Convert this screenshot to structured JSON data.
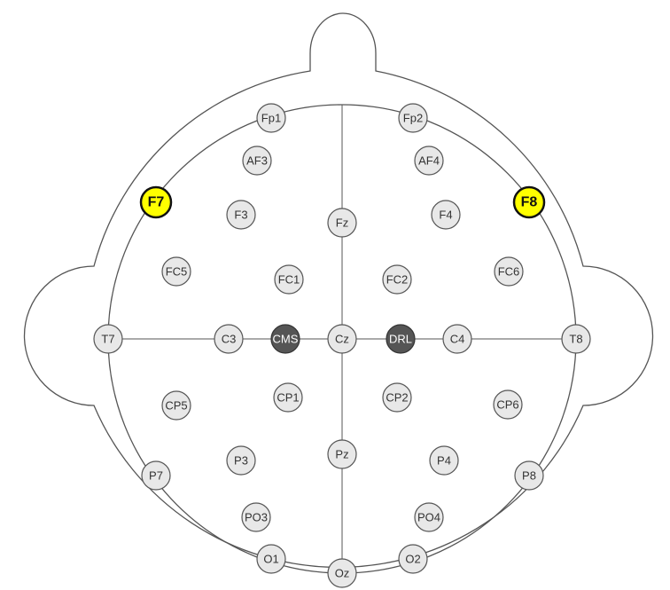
{
  "colors": {
    "outline": "#555555",
    "electrode_fill": "#e8e8e8",
    "reference_fill": "#555555",
    "highlight_fill": "#ffff00"
  },
  "electrodes": [
    {
      "id": "fp1",
      "label": "Fp1",
      "type": "normal"
    },
    {
      "id": "fp2",
      "label": "Fp2",
      "type": "normal"
    },
    {
      "id": "af3",
      "label": "AF3",
      "type": "normal"
    },
    {
      "id": "af4",
      "label": "AF4",
      "type": "normal"
    },
    {
      "id": "f7",
      "label": "F7",
      "type": "highlight"
    },
    {
      "id": "f8",
      "label": "F8",
      "type": "highlight"
    },
    {
      "id": "f3",
      "label": "F3",
      "type": "normal"
    },
    {
      "id": "f4",
      "label": "F4",
      "type": "normal"
    },
    {
      "id": "fz",
      "label": "Fz",
      "type": "normal"
    },
    {
      "id": "fc5",
      "label": "FC5",
      "type": "normal"
    },
    {
      "id": "fc6",
      "label": "FC6",
      "type": "normal"
    },
    {
      "id": "fc1",
      "label": "FC1",
      "type": "normal"
    },
    {
      "id": "fc2",
      "label": "FC2",
      "type": "normal"
    },
    {
      "id": "t7",
      "label": "T7",
      "type": "normal"
    },
    {
      "id": "c3",
      "label": "C3",
      "type": "normal"
    },
    {
      "id": "cms",
      "label": "CMS",
      "type": "reference"
    },
    {
      "id": "cz",
      "label": "Cz",
      "type": "normal"
    },
    {
      "id": "drl",
      "label": "DRL",
      "type": "reference"
    },
    {
      "id": "c4",
      "label": "C4",
      "type": "normal"
    },
    {
      "id": "t8",
      "label": "T8",
      "type": "normal"
    },
    {
      "id": "cp5",
      "label": "CP5",
      "type": "normal"
    },
    {
      "id": "cp6",
      "label": "CP6",
      "type": "normal"
    },
    {
      "id": "cp1",
      "label": "CP1",
      "type": "normal"
    },
    {
      "id": "cp2",
      "label": "CP2",
      "type": "normal"
    },
    {
      "id": "pz",
      "label": "Pz",
      "type": "normal"
    },
    {
      "id": "p7",
      "label": "P7",
      "type": "normal"
    },
    {
      "id": "p8",
      "label": "P8",
      "type": "normal"
    },
    {
      "id": "p3",
      "label": "P3",
      "type": "normal"
    },
    {
      "id": "p4",
      "label": "P4",
      "type": "normal"
    },
    {
      "id": "po3",
      "label": "PO3",
      "type": "normal"
    },
    {
      "id": "po4",
      "label": "PO4",
      "type": "normal"
    },
    {
      "id": "o1",
      "label": "O1",
      "type": "normal"
    },
    {
      "id": "o2",
      "label": "O2",
      "type": "normal"
    },
    {
      "id": "oz",
      "label": "Oz",
      "type": "normal"
    }
  ]
}
